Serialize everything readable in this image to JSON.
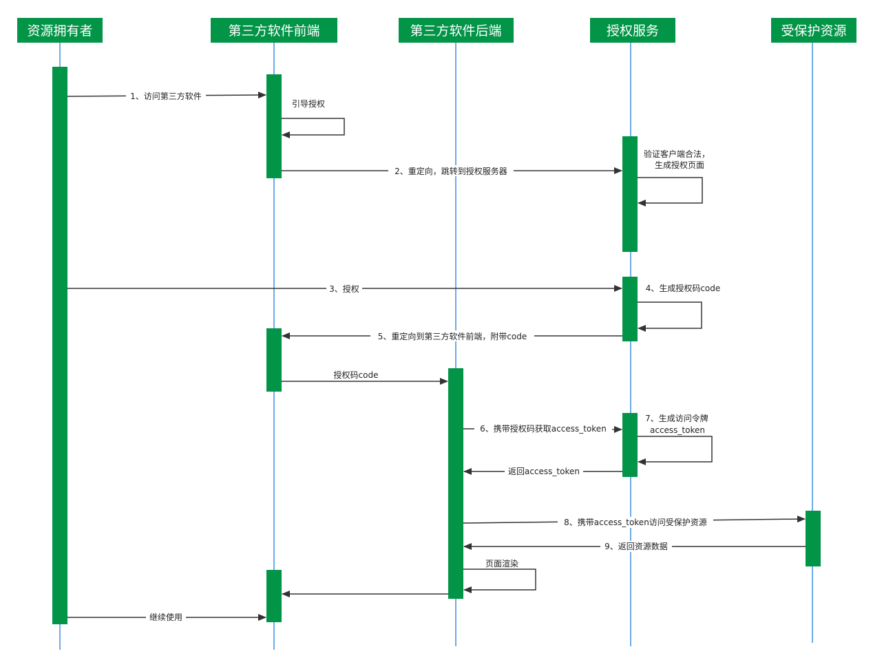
{
  "colors": {
    "actor_fill": "#029447",
    "activation_fill": "#029447",
    "lifeline": "#3c8fe0",
    "arrow": "#333333",
    "actor_text": "#ffffff"
  },
  "actors": [
    {
      "label": "资源拥有者"
    },
    {
      "label": "第三方软件前端"
    },
    {
      "label": "第三方软件后端"
    },
    {
      "label": "授权服务"
    },
    {
      "label": "受保护资源"
    }
  ],
  "messages": [
    {
      "label": "1、访问第三方软件"
    },
    {
      "label": "引导授权"
    },
    {
      "label": "2、重定向，跳转到授权服务器"
    },
    {
      "label": "验证客户端合法，"
    },
    {
      "label": "生成授权页面"
    },
    {
      "label": "3、授权"
    },
    {
      "label": "4、生成授权码code"
    },
    {
      "label": "5、重定向到第三方软件前端，附带code"
    },
    {
      "label": "授权码code"
    },
    {
      "label": "6、携带授权码获取access_token"
    },
    {
      "label": "7、生成访问令牌"
    },
    {
      "label": "access_token"
    },
    {
      "label": "返回access_token"
    },
    {
      "label": "8、携带access_token访问受保护资源"
    },
    {
      "label": "9、返回资源数据"
    },
    {
      "label": "页面渲染"
    },
    {
      "label": "继续使用"
    }
  ]
}
